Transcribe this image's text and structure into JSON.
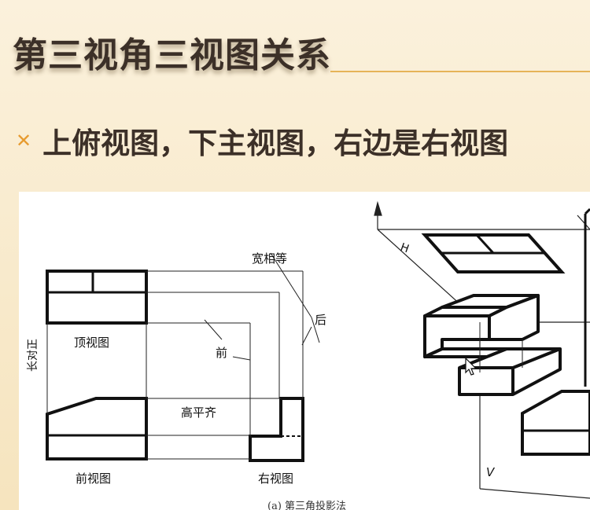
{
  "slide": {
    "title": "第三视角三视图关系",
    "bullet": "上俯视图，下主视图，右边是右视图",
    "bullet_marker": "✕",
    "colors": {
      "title": "#3c3028",
      "accent": "#e79b2f",
      "rule": "#e6b458"
    }
  },
  "figure": {
    "labels": {
      "width_equal": "宽相等",
      "back": "后",
      "front_dir": "前",
      "top_view": "顶视图",
      "length_align": "长对正",
      "height_align": "高平齐",
      "front_view": "前视图",
      "right_view": "右视图",
      "axis_h": "H",
      "axis_v": "V",
      "caption": "(a) 第三角投影法"
    }
  }
}
